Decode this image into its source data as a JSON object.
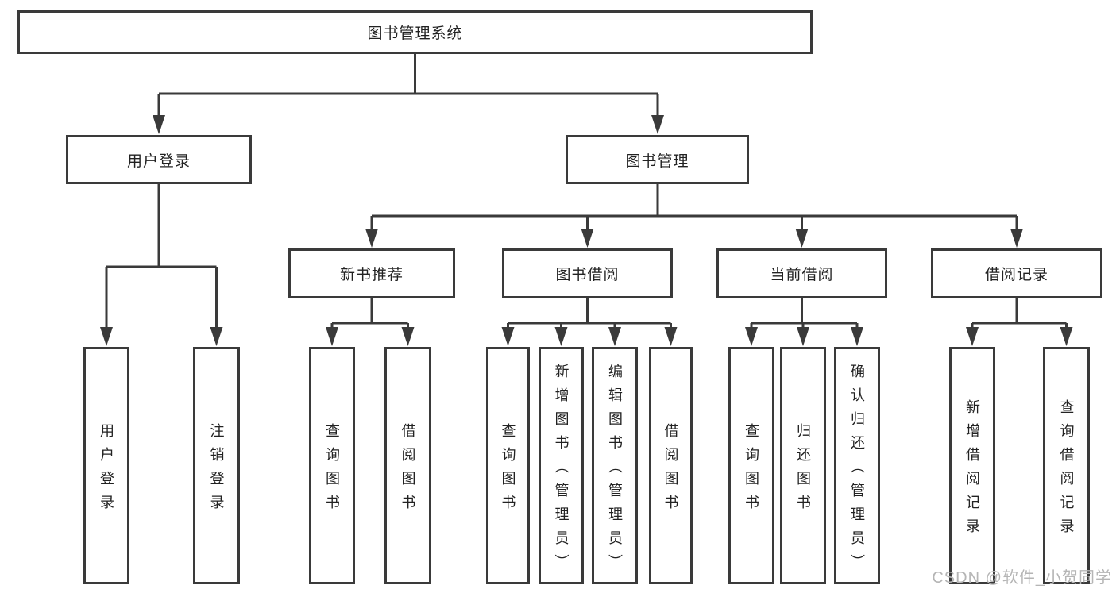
{
  "watermark": "CSDN @软件_小贺同学",
  "colors": {
    "line": "#3a3a3a",
    "box_border": "#3a3a3a",
    "box_fill": "#ffffff",
    "text": "#222222",
    "watermark": "#b5b5b5"
  },
  "tree": {
    "root": {
      "label": "图书管理系统",
      "children": [
        {
          "label": "用户登录",
          "children": [
            {
              "label": "用户登录"
            },
            {
              "label": "注销登录"
            }
          ]
        },
        {
          "label": "图书管理",
          "children": [
            {
              "label": "新书推荐",
              "children": [
                {
                  "label": "查询图书"
                },
                {
                  "label": "借阅图书"
                }
              ]
            },
            {
              "label": "图书借阅",
              "children": [
                {
                  "label": "查询图书"
                },
                {
                  "label": "新增图书（管理员）"
                },
                {
                  "label": "编辑图书（管理员）"
                },
                {
                  "label": "借阅图书"
                }
              ]
            },
            {
              "label": "当前借阅",
              "children": [
                {
                  "label": "查询图书"
                },
                {
                  "label": "归还图书"
                },
                {
                  "label": "确认归还（管理员）"
                }
              ]
            },
            {
              "label": "借阅记录",
              "children": [
                {
                  "label": "新增借阅记录"
                },
                {
                  "label": "查询借阅记录"
                }
              ]
            }
          ]
        }
      ]
    }
  }
}
